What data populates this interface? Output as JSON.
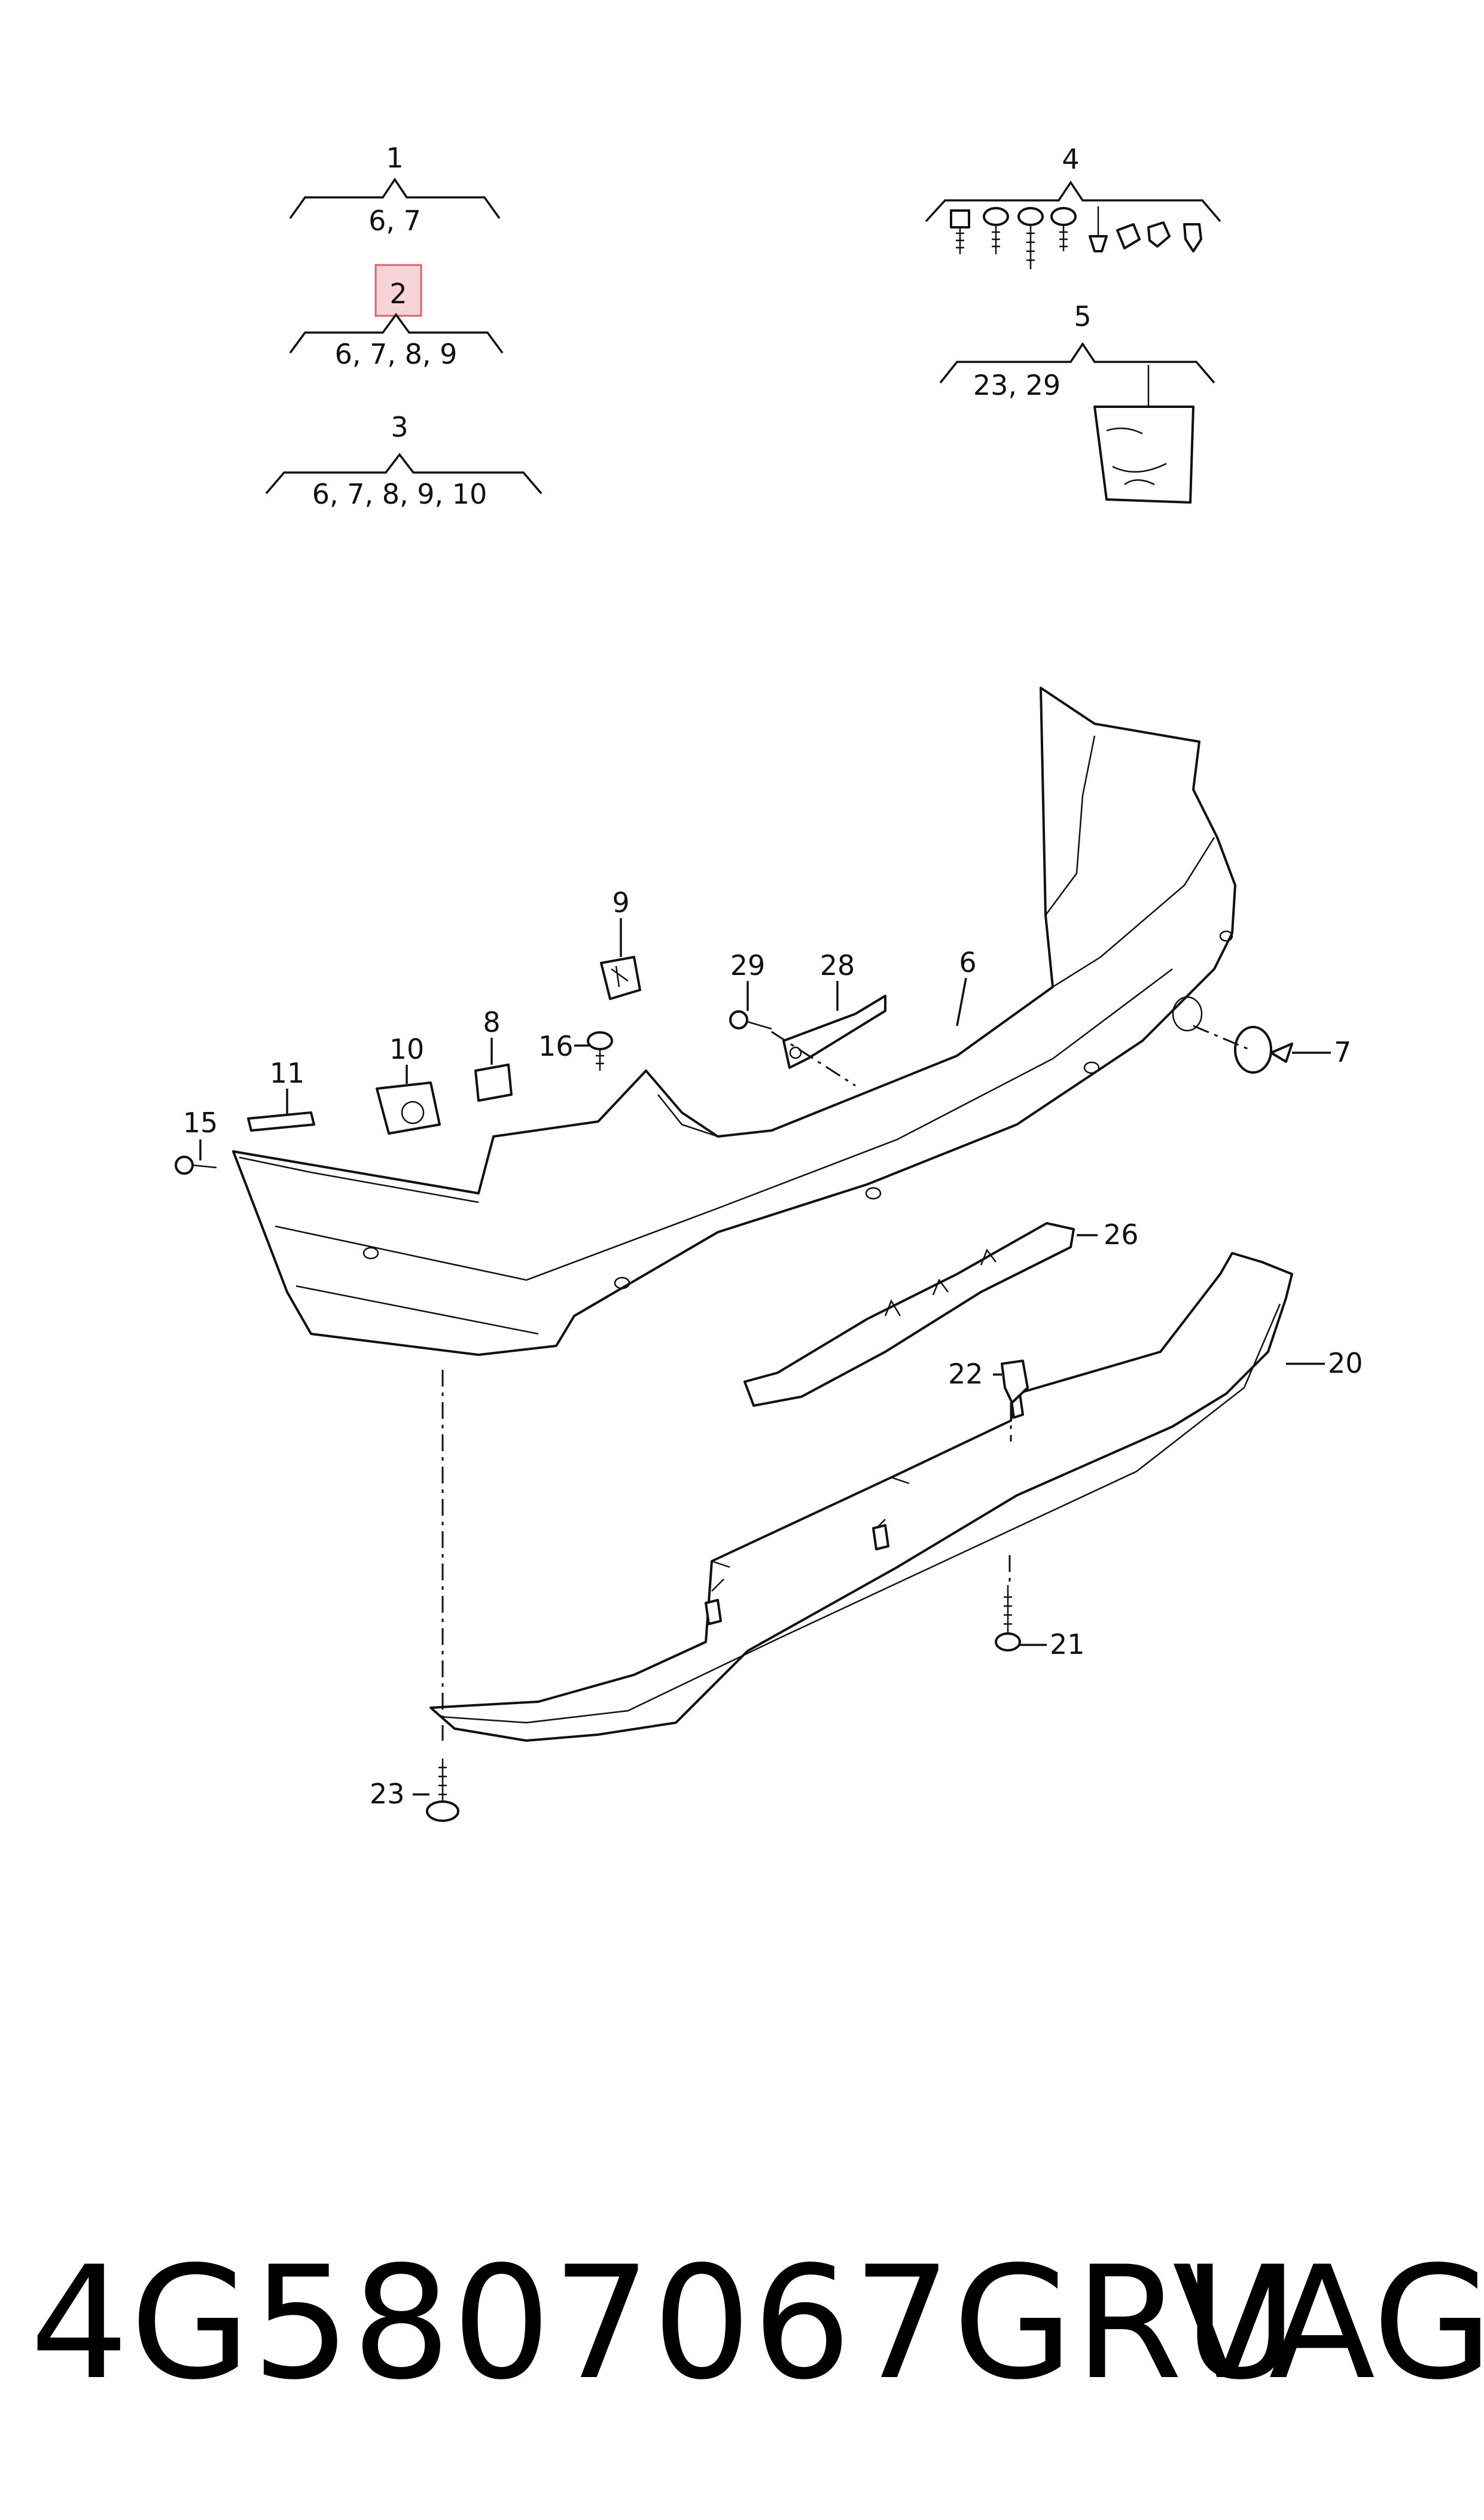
{
  "groups": [
    {
      "id": "1",
      "members": "6, 7"
    },
    {
      "id": "2",
      "members": "6, 7, 8, 9",
      "highlighted": true
    },
    {
      "id": "3",
      "members": "6, 7, 8, 9, 10"
    },
    {
      "id": "4",
      "members": ""
    },
    {
      "id": "5",
      "members": "23, 29"
    }
  ],
  "callouts": {
    "c6": "6",
    "c7": "7",
    "c8": "8",
    "c9": "9",
    "c10": "10",
    "c11": "11",
    "c15": "15",
    "c16": "16",
    "c20": "20",
    "c21": "21",
    "c22": "22",
    "c23": "23",
    "c26": "26",
    "c28": "28",
    "c29": "29"
  },
  "footer": {
    "part_number": "4G5807067GRU",
    "brand": "VAG"
  },
  "colors": {
    "highlight_fill": "#f6d3d6",
    "highlight_border": "#d9646d",
    "ink": "#111111"
  }
}
